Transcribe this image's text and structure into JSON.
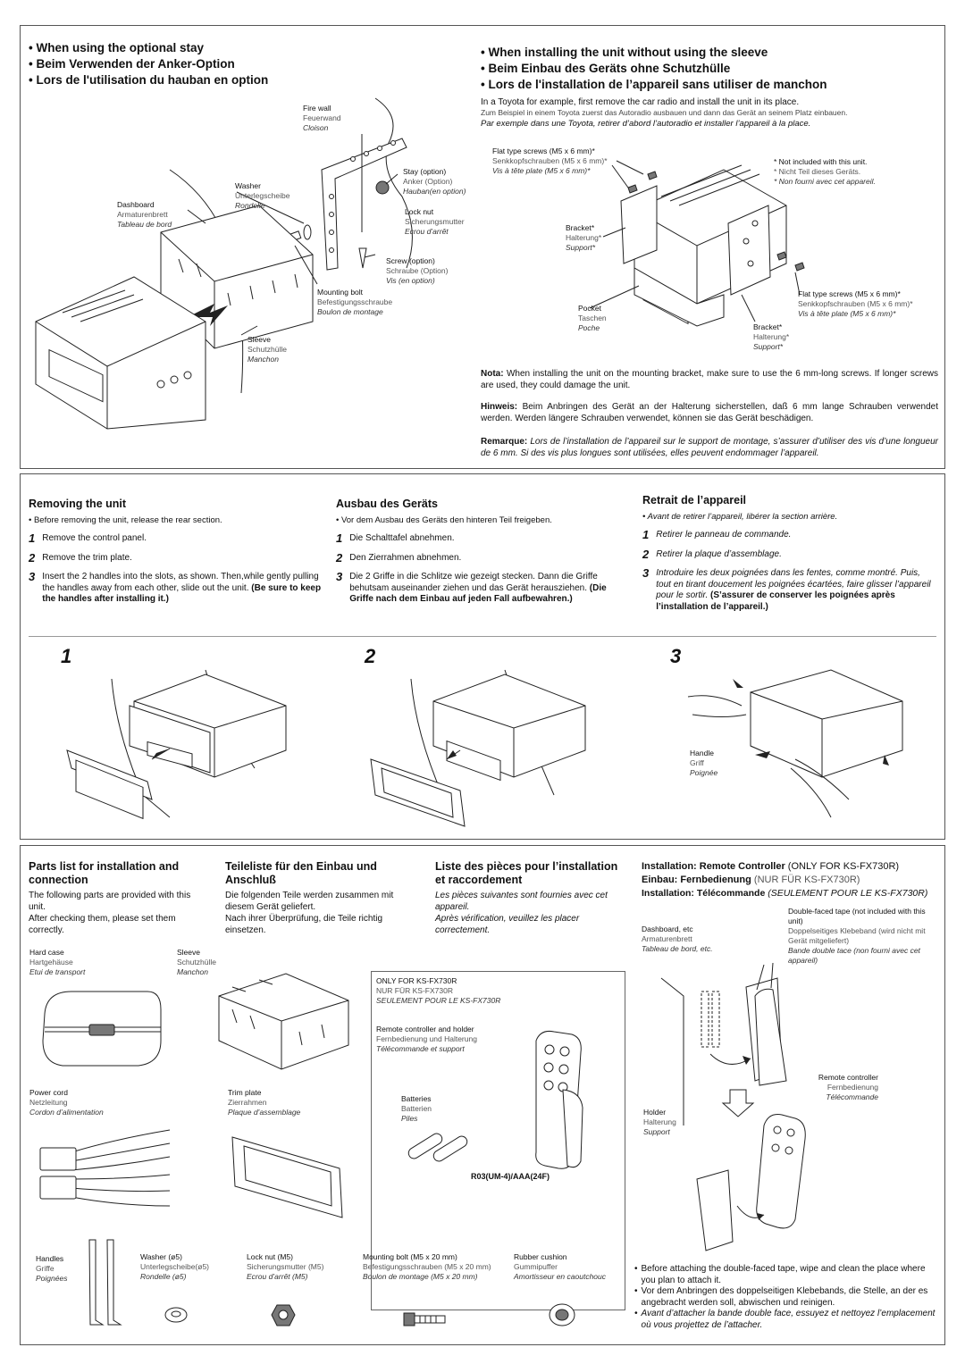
{
  "top_left": {
    "h": [
      "When using the optional stay",
      "Beim Verwenden der Anker-Option",
      "Lors de l'utilisation du hauban en option"
    ],
    "labels": {
      "firewall": [
        "Fire wall",
        "Feuerwand",
        "Cloison"
      ],
      "stay": [
        "Stay (option)",
        "Anker (Option)",
        "Hauban(en option)"
      ],
      "washer": [
        "Washer",
        "Unterlegscheibe",
        "Rondelle"
      ],
      "dashboard": [
        "Dashboard",
        "Armaturenbrett",
        "Tableau de bord"
      ],
      "locknut": [
        "Lock nut",
        "Sicherungsmutter",
        "Ecrou d’arrêt"
      ],
      "screw": [
        "Screw (option)",
        "Schraube (Option)",
        "Vis (en option)"
      ],
      "bolt": [
        "Mounting bolt",
        "Befestigungsschraube",
        "Boulon de montage"
      ],
      "sleeve": [
        "Sleeve",
        "Schutzhülle",
        "Manchon"
      ]
    }
  },
  "top_right": {
    "h": [
      "When installing the unit without using the sleeve",
      "Beim Einbau des Geräts ohne Schutzhülle",
      "Lors de l'installation de l’appareil sans utiliser de manchon"
    ],
    "intro_en": "In a Toyota for example, first remove the car radio and install the unit in its place.",
    "intro_de": "Zum Beispiel in einem Toyota zuerst das Autoradio ausbauen und dann das Gerät an seinem Platz einbauen.",
    "intro_fr": "Par exemple dans une Toyota, retirer d’abord l’autoradio et installer l’appareil à la place.",
    "labels": {
      "flat1": [
        "Flat type screws (M5 x 6 mm)*",
        "Senkkopfschrauben (M5 x 6 mm)*",
        "Vis à tête plate (M5 x 6 mm)*"
      ],
      "notincl": [
        "* Not included with this unit.",
        "* Nicht Teil dieses Geräts.",
        "* Non fourni avec cet appareil."
      ],
      "bracket1": [
        "Bracket*",
        "Halterung*",
        "Support*"
      ],
      "pocket": [
        "Pocket",
        "Taschen",
        "Poche"
      ],
      "flat2": [
        "Flat type screws (M5 x 6 mm)*",
        "Senkkopfschrauben (M5 x 6 mm)*",
        "Vis à tête plate (M5 x 6 mm)*"
      ],
      "bracket2": [
        "Bracket*",
        "Halterung*",
        "Support*"
      ]
    },
    "nota_label": "Nota:",
    "nota": "When installing the unit on the mounting bracket, make sure to use the 6 mm-long screws. If longer screws are used, they could damage the unit.",
    "hinweis_label": "Hinweis:",
    "hinweis": "Beim Anbringen des Gerät an der Halterung sicherstellen, daß 6 mm lange Schrauben verwendet werden. Werden längere Schrauben verwendet, können sie das Gerät beschädigen.",
    "remarque_label": "Remarque:",
    "remarque": "Lors de l’installation de l’appareil sur le support de montage, s’assurer d’utiliser des vis d’une longueur de 6 mm. Si des vis plus longues sont utilisées, elles peuvent endommager l’appareil."
  },
  "removing": {
    "en": {
      "title": "Removing the unit",
      "bullet": "• Before removing the unit, release the rear section.",
      "s1": "Remove the control panel.",
      "s2": "Remove the trim plate.",
      "s3": "Insert the 2 handles into the slots, as shown. Then,while gently pulling the handles away from each other, slide out the unit.",
      "s3b": "(Be sure to keep the handles after installing it.)"
    },
    "de": {
      "title": "Ausbau des Geräts",
      "bullet": "• Vor dem Ausbau des Geräts den hinteren Teil freigeben.",
      "s1": "Die Schalttafel abnehmen.",
      "s2": "Den Zierrahmen abnehmen.",
      "s3": "Die 2 Griffe in die Schlitze wie gezeigt stecken. Dann die Griffe behutsam auseinander ziehen und das Gerät herausziehen.",
      "s3b": "(Die Griffe nach dem Einbau auf jeden Fall aufbewahren.)"
    },
    "fr": {
      "title": "Retrait de l’appareil",
      "bullet": "• Avant de retirer l’appareil, libérer la section arrière.",
      "s1": "Retirer le panneau de commande.",
      "s2": "Retirer la plaque d’assemblage.",
      "s3": "Introduire les deux poignées dans les fentes, comme montré. Puis, tout en tirant doucement les poignées écartées, faire glisser l’appareil pour le sortir.",
      "s3b": "(S’assurer de conserver les poignées après l’installation de l’appareil.)"
    },
    "nums": [
      "1",
      "2",
      "3"
    ],
    "fig_nums": [
      "1",
      "2",
      "3"
    ],
    "handle": [
      "Handle",
      "Griff",
      "Poignée"
    ]
  },
  "parts": {
    "en_title": "Parts list for installation and connection",
    "en_text1": "The following parts are provided with this unit.",
    "en_text2": "After checking them, please set them correctly.",
    "de_title": "Teileliste für den Einbau und Anschluß",
    "de_text1": "Die folgenden Teile werden zusammen mit diesem Gerät geliefert.",
    "de_text2": "Nach ihrer Überprüfung, die Teile richtig einsetzen.",
    "fr_title": "Liste des pièces pour l’installation et raccordement",
    "fr_text1": "Les pièces suivantes sont fournies avec cet appareil.",
    "fr_text2": "Après vérification, veuillez les placer correctement.",
    "hardcase": [
      "Hard case",
      "Hartgehäuse",
      "Etui de transport"
    ],
    "sleeve": [
      "Sleeve",
      "Schutzhülle",
      "Manchon"
    ],
    "powercord": [
      "Power cord",
      "Netzleitung",
      "Cordon d’alimentation"
    ],
    "trimplate": [
      "Trim plate",
      "Zierrahmen",
      "Plaque d’assemblage"
    ],
    "only": [
      "ONLY FOR KS-FX730R",
      "NUR FÜR KS-FX730R",
      "SEULEMENT POUR LE KS-FX730R"
    ],
    "remote": [
      "Remote controller and holder",
      "Fernbedienung und Halterung",
      "Télécommande et support"
    ],
    "batteries": [
      "Batteries",
      "Batterien",
      "Piles"
    ],
    "battery_type": "R03(UM-4)/AAA(24F)",
    "handles": [
      "Handles",
      "Griffe",
      "Poignées"
    ],
    "washer": [
      "Washer (ø5)",
      "Unterlegscheibe(ø5)",
      "Rondelle (ø5)"
    ],
    "locknut": [
      "Lock nut (M5)",
      "Sicherungsmutter (M5)",
      "Ecrou d’arrêt (M5)"
    ],
    "bolt": [
      "Mounting bolt (M5 x 20 mm)",
      "Befestigungsschrauben (M5 x 20 mm)",
      "Boulon de montage (M5 x 20 mm)"
    ],
    "rubber": [
      "Rubber cushion",
      "Gummipuffer",
      "Amortisseur en caoutchouc"
    ]
  },
  "remote_install": {
    "h_en_bold": "Installation: Remote Controller",
    "h_en_rest": " (ONLY FOR KS-FX730R)",
    "h_de_bold": "Einbau: Fernbedienung",
    "h_de_rest": " (NUR FÜR KS-FX730R)",
    "h_fr_bold": "Installation: Télécommande",
    "h_fr_rest": " (SEULEMENT POUR LE KS-FX730R)",
    "dashboard": [
      "Dashboard, etc",
      "Armaturenbrett",
      "Tableau de bord, etc."
    ],
    "tape": [
      "Double-faced tape (not included with this unit)",
      "Doppelseitiges Klebeband (wird nicht mit Gerät mitgeliefert)",
      "Bande double tace (non fourni avec cet appareil)"
    ],
    "remote": [
      "Remote controller",
      "Fernbedienung",
      "Télécommande"
    ],
    "holder": [
      "Holder",
      "Halterung",
      "Support"
    ],
    "note_en": "Before attaching the double-faced tape, wipe and clean the place where you plan to attach it.",
    "note_de": "Vor dem Anbringen des doppelseitigen Klebebands, die Stelle, an der es angebracht werden soll, abwischen und reinigen.",
    "note_fr": "Avant d’attacher la bande double face, essuyez et nettoyez l’emplacement où vous projettez de l’attacher."
  }
}
